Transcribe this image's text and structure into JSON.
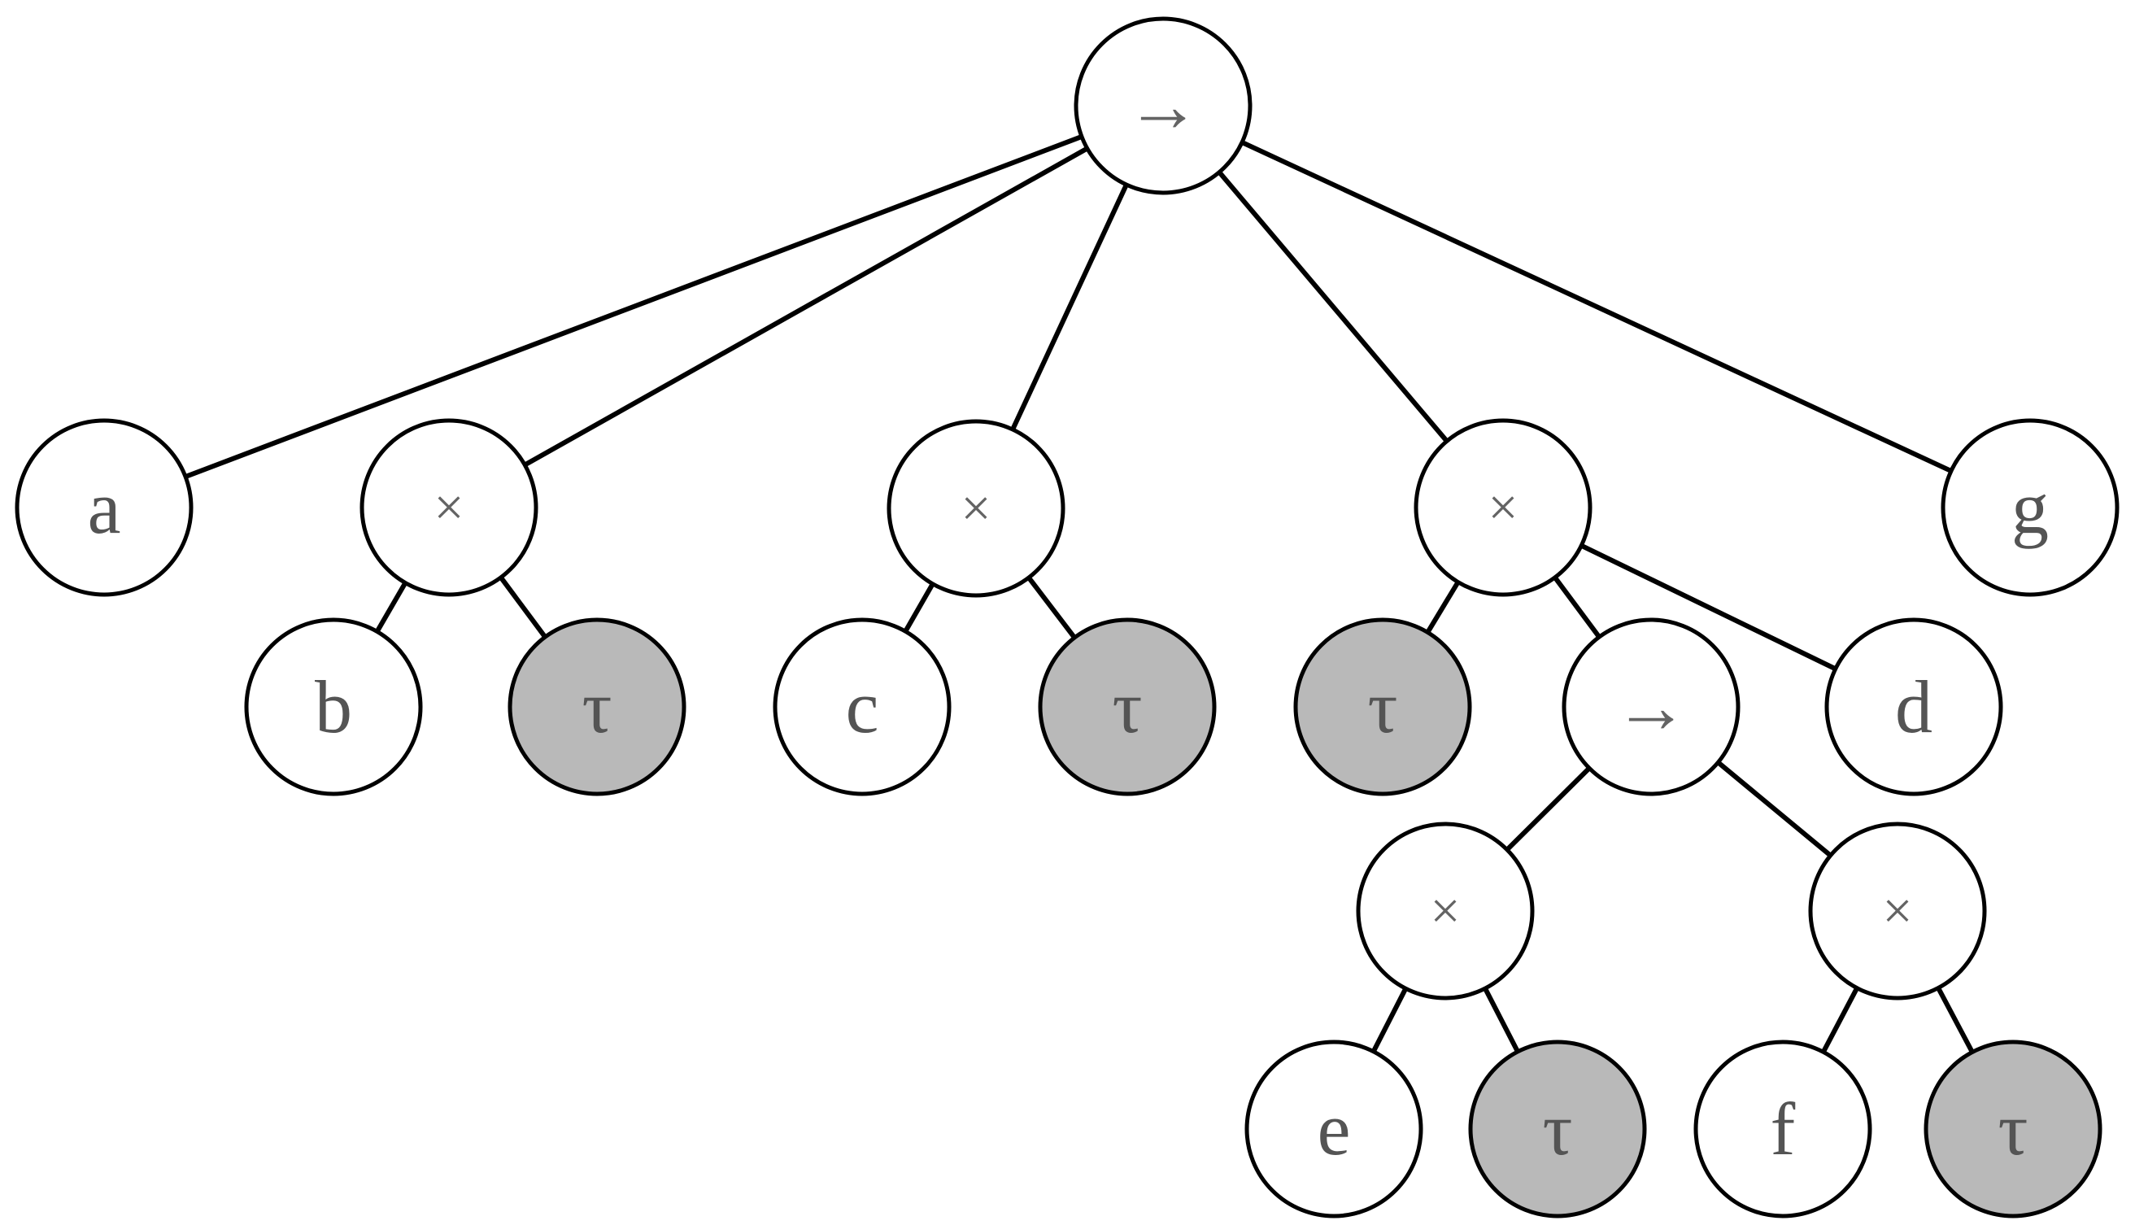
{
  "figure": {
    "type": "process-tree-diagram",
    "title": "",
    "colors": {
      "background": "#ffffff",
      "node_fill": "#ffffff",
      "silent_fill": "#b9b9b9",
      "node_stroke": "#000000",
      "edge_stroke": "#000000",
      "activity_label_color": "#545454",
      "operator_label_color": "#646464"
    },
    "nodes": [
      {
        "id": "seq-root",
        "label": "→",
        "kind": "sequence-operator",
        "shaded": false
      },
      {
        "id": "a",
        "label": "a",
        "kind": "activity-leaf",
        "shaded": false
      },
      {
        "id": "xor-1",
        "label": "×",
        "kind": "xor-operator",
        "shaded": false
      },
      {
        "id": "xor-2",
        "label": "×",
        "kind": "xor-operator",
        "shaded": false
      },
      {
        "id": "xor-3",
        "label": "×",
        "kind": "xor-operator",
        "shaded": false
      },
      {
        "id": "g",
        "label": "g",
        "kind": "activity-leaf",
        "shaded": false
      },
      {
        "id": "b",
        "label": "b",
        "kind": "activity-leaf",
        "shaded": false
      },
      {
        "id": "tau-1",
        "label": "τ",
        "kind": "silent-leaf",
        "shaded": true
      },
      {
        "id": "c",
        "label": "c",
        "kind": "activity-leaf",
        "shaded": false
      },
      {
        "id": "tau-2",
        "label": "τ",
        "kind": "silent-leaf",
        "shaded": true
      },
      {
        "id": "tau-3",
        "label": "τ",
        "kind": "silent-leaf",
        "shaded": true
      },
      {
        "id": "seq-2",
        "label": "→",
        "kind": "sequence-operator",
        "shaded": false
      },
      {
        "id": "d",
        "label": "d",
        "kind": "activity-leaf",
        "shaded": false
      },
      {
        "id": "xor-4",
        "label": "×",
        "kind": "xor-operator",
        "shaded": false
      },
      {
        "id": "xor-5",
        "label": "×",
        "kind": "xor-operator",
        "shaded": false
      },
      {
        "id": "e",
        "label": "e",
        "kind": "activity-leaf",
        "shaded": false
      },
      {
        "id": "tau-4",
        "label": "τ",
        "kind": "silent-leaf",
        "shaded": true
      },
      {
        "id": "f",
        "label": "f",
        "kind": "activity-leaf",
        "shaded": false
      },
      {
        "id": "tau-5",
        "label": "τ",
        "kind": "silent-leaf",
        "shaded": true
      }
    ],
    "edges": [
      {
        "from": "seq-root",
        "to": "a"
      },
      {
        "from": "seq-root",
        "to": "xor-1"
      },
      {
        "from": "seq-root",
        "to": "xor-2"
      },
      {
        "from": "seq-root",
        "to": "xor-3"
      },
      {
        "from": "seq-root",
        "to": "g"
      },
      {
        "from": "xor-1",
        "to": "b"
      },
      {
        "from": "xor-1",
        "to": "tau-1"
      },
      {
        "from": "xor-2",
        "to": "c"
      },
      {
        "from": "xor-2",
        "to": "tau-2"
      },
      {
        "from": "xor-3",
        "to": "tau-3"
      },
      {
        "from": "xor-3",
        "to": "seq-2"
      },
      {
        "from": "xor-3",
        "to": "d"
      },
      {
        "from": "seq-2",
        "to": "xor-4"
      },
      {
        "from": "seq-2",
        "to": "xor-5"
      },
      {
        "from": "xor-4",
        "to": "e"
      },
      {
        "from": "xor-4",
        "to": "tau-4"
      },
      {
        "from": "xor-5",
        "to": "f"
      },
      {
        "from": "xor-5",
        "to": "tau-5"
      }
    ]
  }
}
